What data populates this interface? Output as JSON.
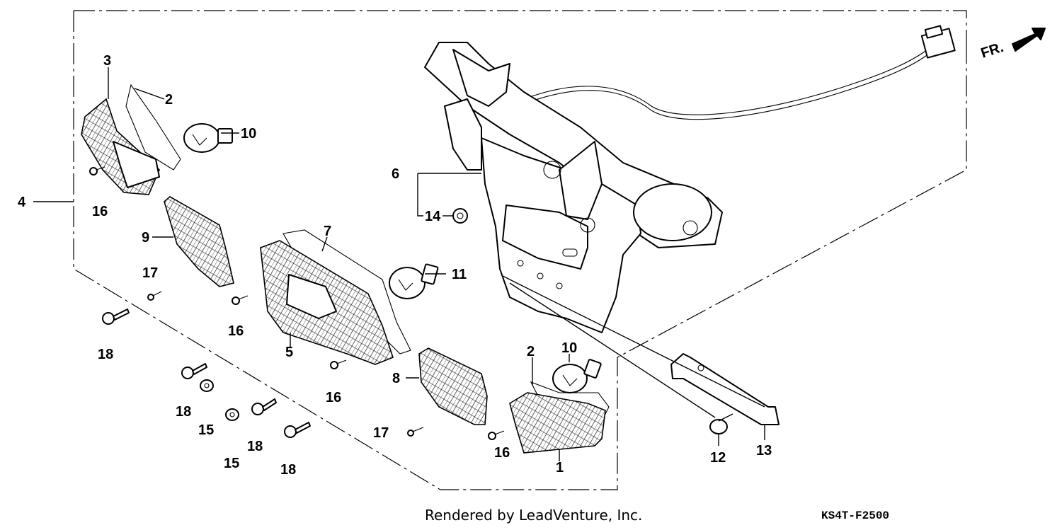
{
  "diagram": {
    "callouts": [
      {
        "id": "1",
        "label": "1"
      },
      {
        "id": "2a",
        "label": "2"
      },
      {
        "id": "2b",
        "label": "2"
      },
      {
        "id": "3",
        "label": "3"
      },
      {
        "id": "4",
        "label": "4"
      },
      {
        "id": "5",
        "label": "5"
      },
      {
        "id": "6",
        "label": "6"
      },
      {
        "id": "7",
        "label": "7"
      },
      {
        "id": "8",
        "label": "8"
      },
      {
        "id": "9",
        "label": "9"
      },
      {
        "id": "10a",
        "label": "10"
      },
      {
        "id": "10b",
        "label": "10"
      },
      {
        "id": "11",
        "label": "11"
      },
      {
        "id": "12",
        "label": "12"
      },
      {
        "id": "13",
        "label": "13"
      },
      {
        "id": "14",
        "label": "14"
      },
      {
        "id": "15a",
        "label": "15"
      },
      {
        "id": "15b",
        "label": "15"
      },
      {
        "id": "16a",
        "label": "16"
      },
      {
        "id": "16b",
        "label": "16"
      },
      {
        "id": "16c",
        "label": "16"
      },
      {
        "id": "16d",
        "label": "16"
      },
      {
        "id": "17a",
        "label": "17"
      },
      {
        "id": "17b",
        "label": "17"
      },
      {
        "id": "18a",
        "label": "18"
      },
      {
        "id": "18b",
        "label": "18"
      },
      {
        "id": "18c",
        "label": "18"
      },
      {
        "id": "18d",
        "label": "18"
      }
    ],
    "direction_label": "FR."
  },
  "footer": {
    "credit": "Rendered by LeadVenture, Inc.",
    "drawing_code": "KS4T-F2500"
  }
}
